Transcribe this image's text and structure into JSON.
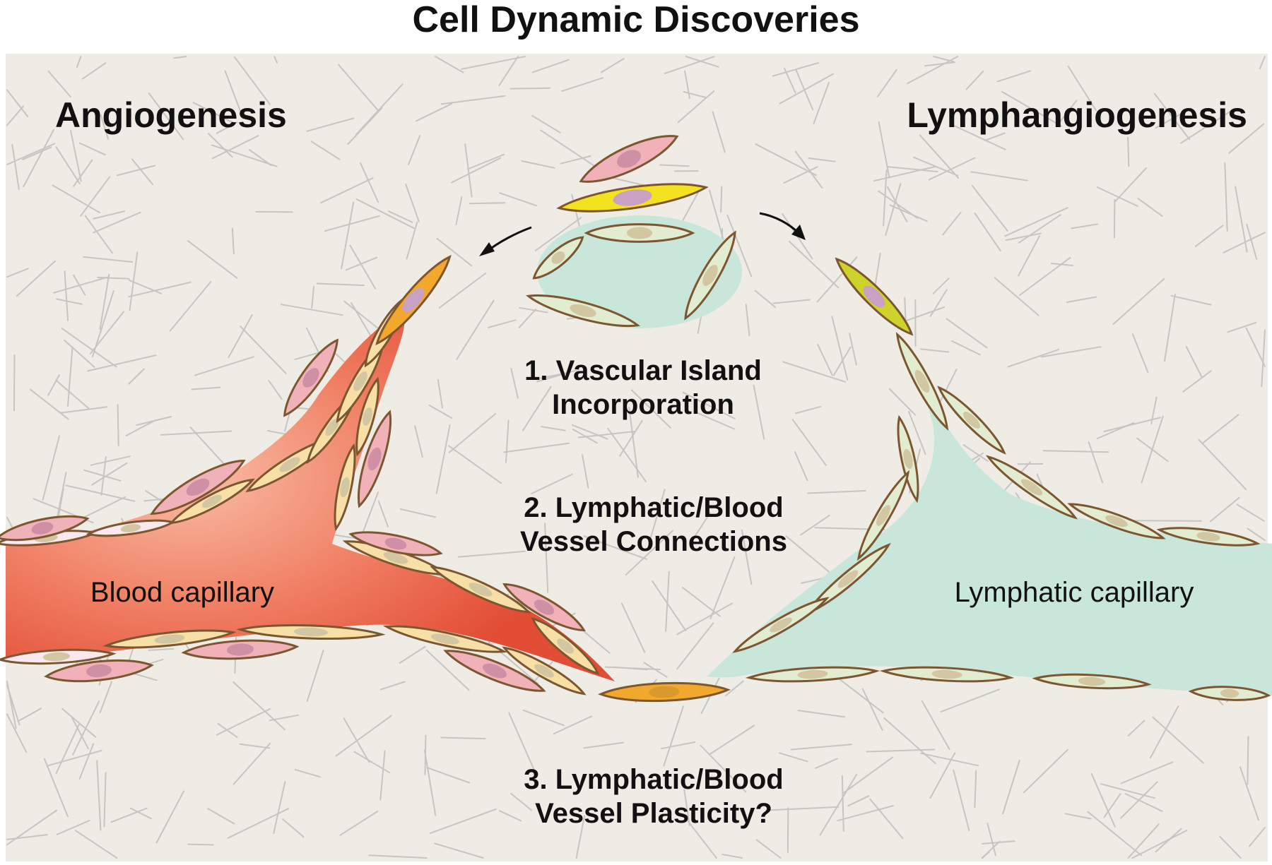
{
  "title": "Cell Dynamic Discoveries",
  "sections": {
    "left": "Angiogenesis",
    "right": "Lymphangiogenesis"
  },
  "labels": {
    "blood": "Blood capillary",
    "lymph": "Lymphatic capillary"
  },
  "steps": [
    {
      "line1": "1. Vascular Island",
      "line2": "Incorporation"
    },
    {
      "line1": "2. Lymphatic/Blood",
      "line2": "Vessel Connections"
    },
    {
      "line1": "3. Lymphatic/Blood",
      "line2": "Vessel Plasticity?"
    }
  ],
  "colors": {
    "background": "#efece6",
    "fiber": "#c7c5c1",
    "blood_dark": "#e2503a",
    "blood_light": "#f6b39c",
    "lymph": "#c8e6d9",
    "cell_outline": "#7b5630",
    "endothelial_blood": "#f7dfa6",
    "endothelial_lymph": "#e2ecd0",
    "tip_cell_blood": "#f2a82c",
    "tip_cell_lymph": "#cdd32b",
    "pericyte": "#f0b1b8",
    "pericyte_nucleus": "#cf8fa5",
    "nucleus": "#d2c7a2",
    "yellow_cell": "#f3e21f",
    "purple_nucleus": "#c9a1c5"
  }
}
